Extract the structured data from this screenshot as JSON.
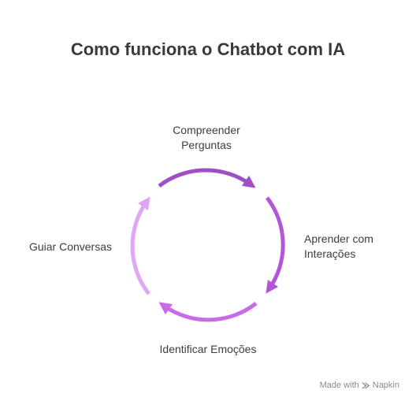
{
  "title": "Como funciona o Chatbot com IA",
  "steps": [
    {
      "lines": [
        "Compreender",
        "Perguntas"
      ],
      "color": "#9e4fc8"
    },
    {
      "lines": [
        "Aprender com",
        "Interações"
      ],
      "color": "#b255d9"
    },
    {
      "lines": [
        "Identificar Emoções"
      ],
      "color": "#c96ae8"
    },
    {
      "lines": [
        "Guiar Conversas"
      ],
      "color": "#e0a6f6"
    }
  ],
  "watermark": {
    "prefix": "Made with",
    "brand": "Napkin",
    "icon": "napkin-logo-icon"
  }
}
